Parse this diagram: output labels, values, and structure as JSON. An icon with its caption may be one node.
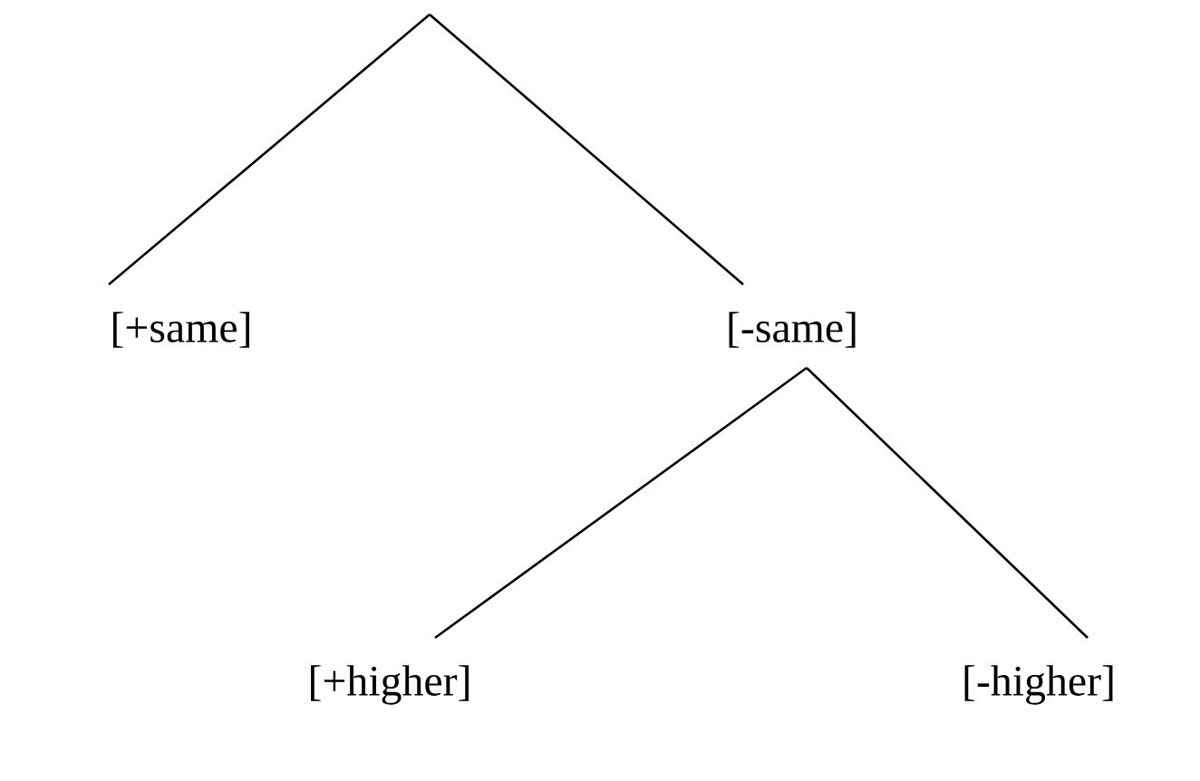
{
  "diagram": {
    "nodes": [
      {
        "text": [
          "[+same]"
        ]
      },
      {
        "text": [
          "[-same]"
        ]
      },
      {
        "text": [
          "[+higher]"
        ]
      },
      {
        "text": [
          "[-higher]"
        ]
      }
    ],
    "edges": [
      {
        "from": null,
        "to": 0,
        "arrow": "none"
      },
      {
        "from": null,
        "to": 1,
        "arrow": "none"
      },
      {
        "from": 1,
        "to": 2,
        "arrow": "none"
      },
      {
        "from": 1,
        "to": 3,
        "arrow": "none"
      }
    ]
  }
}
